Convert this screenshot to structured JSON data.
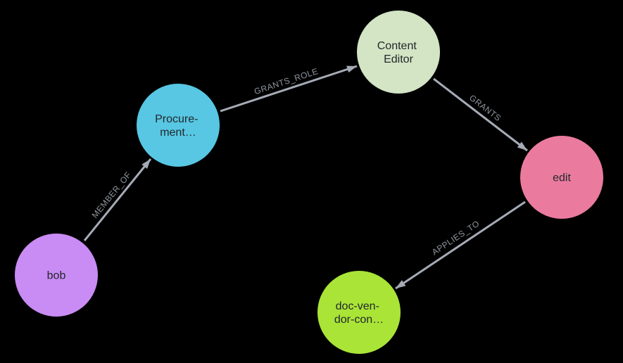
{
  "colors": {
    "background": "#000000",
    "edge": "#A5ABB6",
    "edge_label": "#8F959D",
    "node_label": "#23272B"
  },
  "graph": {
    "type": "directed-graph",
    "nodes": [
      {
        "id": "bob",
        "label": "bob",
        "lines": [
          "bob"
        ],
        "color": "#C98BF4"
      },
      {
        "id": "procurement",
        "label": "Procure-ment…",
        "lines": [
          "Procure-",
          "ment…"
        ],
        "color": "#57C7E3"
      },
      {
        "id": "content-editor",
        "label": "Content Editor",
        "lines": [
          "Content",
          "Editor"
        ],
        "color": "#D3E5C4"
      },
      {
        "id": "edit",
        "label": "edit",
        "lines": [
          "edit"
        ],
        "color": "#EA7B9F"
      },
      {
        "id": "doc-vendor-contract",
        "label": "doc-ven-dor-con…",
        "lines": [
          "doc-ven-",
          "dor-con…"
        ],
        "color": "#A9E437"
      }
    ],
    "edges": [
      {
        "source": "bob",
        "target": "procurement",
        "label": "MEMBER_OF"
      },
      {
        "source": "procurement",
        "target": "content-editor",
        "label": "GRANTS_ROLE"
      },
      {
        "source": "content-editor",
        "target": "edit",
        "label": "GRANTS"
      },
      {
        "source": "edit",
        "target": "doc-vendor-contract",
        "label": "APPLIES_TO"
      }
    ]
  }
}
